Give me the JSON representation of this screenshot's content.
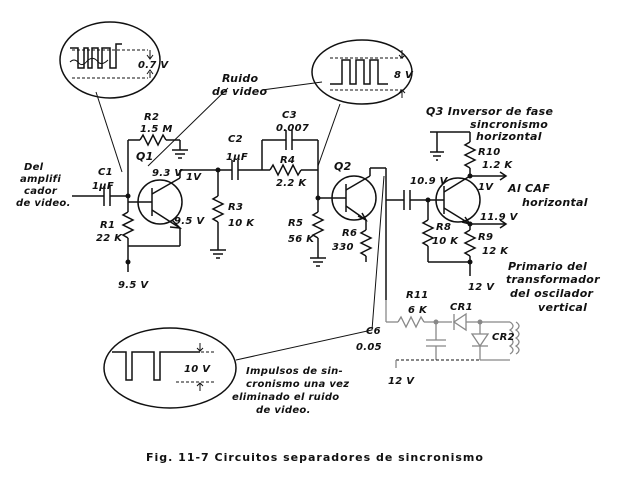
{
  "waveform_callouts": {
    "q1_noise_level": "0.7 V",
    "q2_pulse_level": "8 V",
    "output_pulse_level": "10 V"
  },
  "annotations": {
    "noise_line1": "Ruido",
    "noise_line2": "de video",
    "input_line1": "Del",
    "input_line2": "amplifi",
    "input_line3": "cador",
    "input_line4": "de video.",
    "q3_line1": "Q3 Inversor de fase",
    "q3_line2": "sincronismo",
    "q3_line3": "horizontal",
    "caf_line1": "Al CAF",
    "caf_line2": "horizontal",
    "primary_line1": "Primario del",
    "primary_line2": "transformador",
    "primary_line3": "del oscilador",
    "primary_line4": "vertical",
    "pulses_line1": "Impulsos de sin-",
    "pulses_line2": "cronismo una vez",
    "pulses_line3": "eliminado el ruido",
    "pulses_line4": "de video."
  },
  "components": {
    "q1": "Q1",
    "q2": "Q2",
    "r2_name": "R2",
    "r2_value": "1.5 M",
    "c1_name": "C1",
    "c1_value": "1μF",
    "r1_name": "R1",
    "r1_value": "22 K",
    "c2_name": "C2",
    "c2_value": "1μF",
    "r3_name": "R3",
    "r3_value": "10 K",
    "c3_name": "C3",
    "c3_value": "0.007",
    "r4_name": "R4",
    "r4_value": "2.2 K",
    "r5_name": "R5",
    "r5_value": "56 K",
    "r6_name": "R6",
    "r6_value": "330",
    "r10_name": "R10",
    "r10_value": "1.2 K",
    "r8_name": "R8",
    "r8_value": "10 K",
    "r9_name": "R9",
    "r9_value": "12 K",
    "r11_name": "R11",
    "r11_value": "6 K",
    "cr1": "CR1",
    "cr2": "CR2",
    "c6_name": "C6",
    "c6_value": "0.05"
  },
  "voltages": {
    "q1_collector": "9.3 V",
    "q1_emitter": "1V",
    "q1_base_bias": "9.5 V",
    "q1_supply": "9.5 V",
    "q3_base": "10.9 V",
    "q3_out": "1V",
    "q3_out2": "11.9 V",
    "q3_supply": "12 V",
    "c6_supply": "12 V"
  },
  "caption": "Fig. 11-7  Circuitos separadores de sincronismo"
}
